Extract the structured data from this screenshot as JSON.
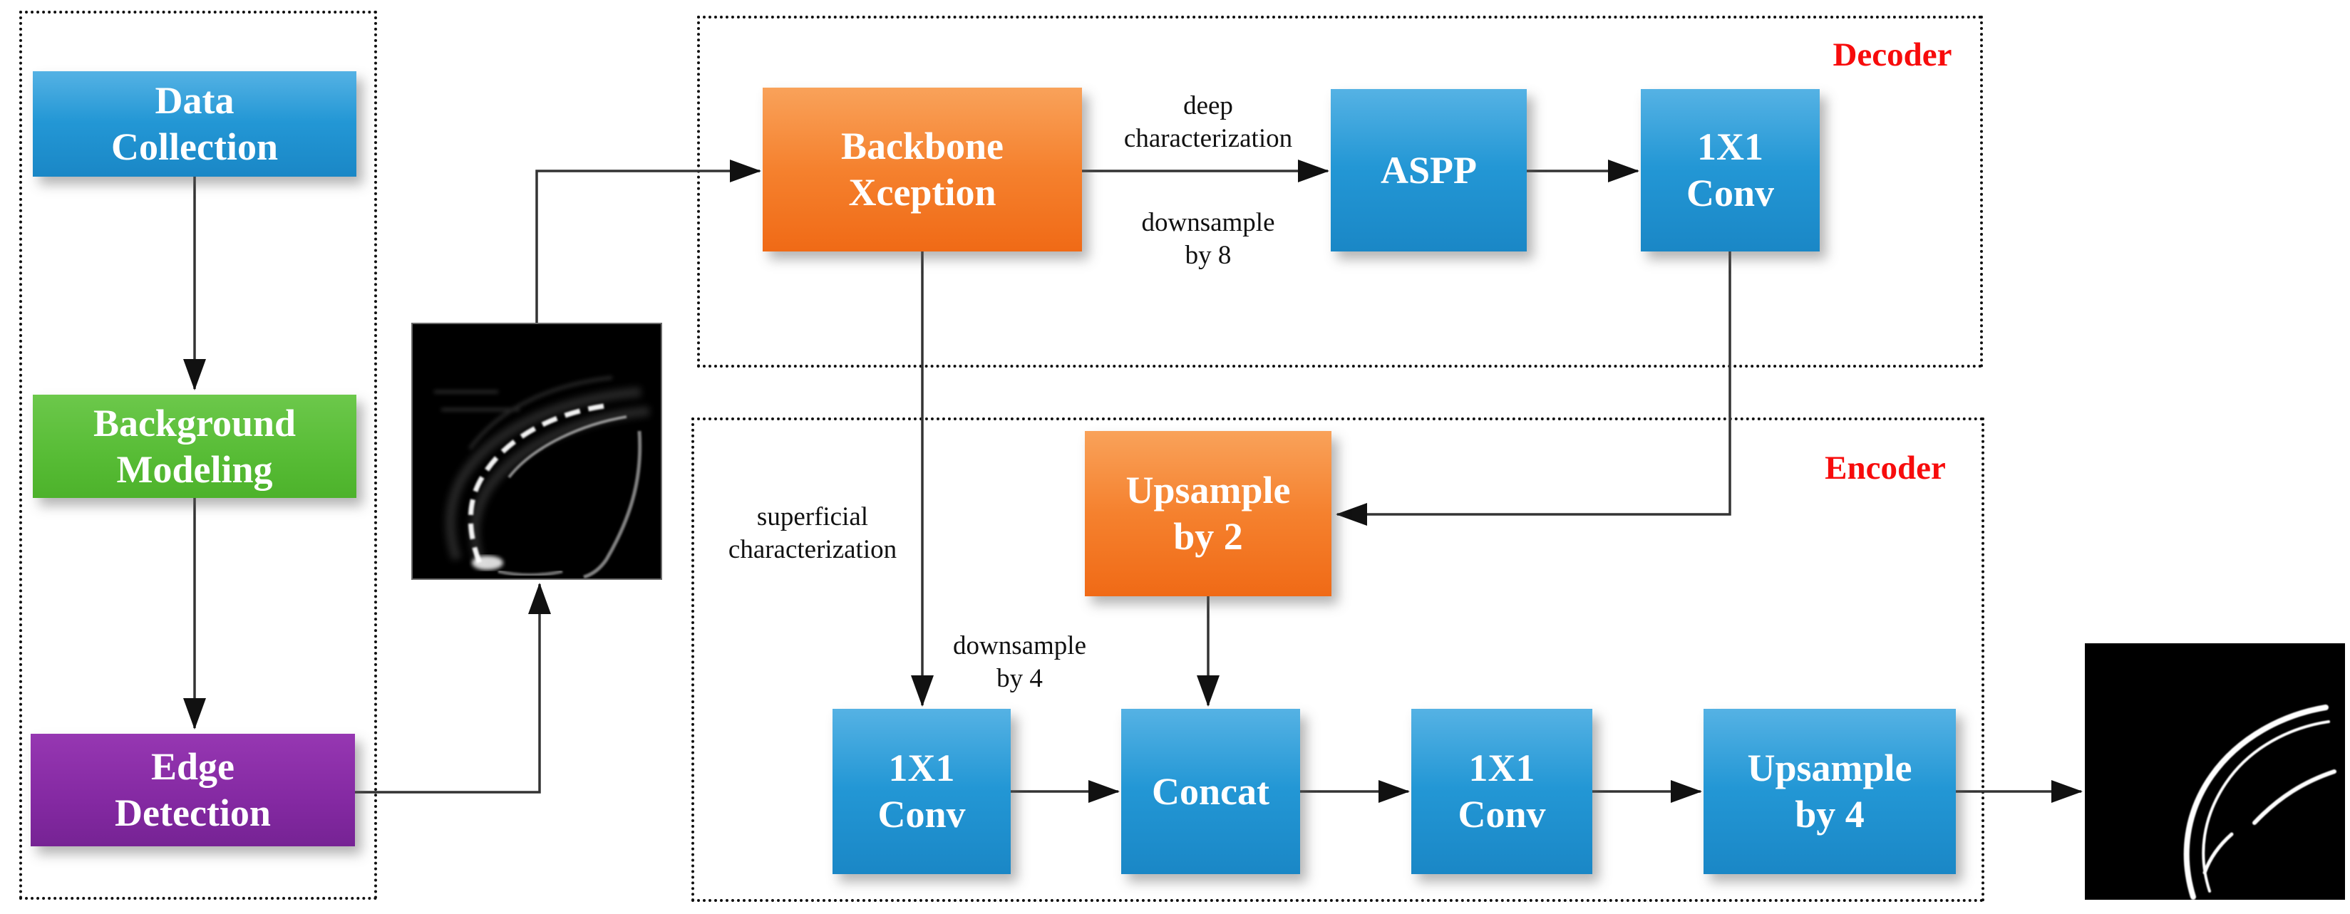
{
  "colors": {
    "box_blue": "#2196d5",
    "box_orange": "#f5812e",
    "box_green": "#57bc35",
    "box_purple": "#8429a2",
    "section_label_red": "#f70c0c",
    "connector_line": "#333333"
  },
  "preprocess_panel": {
    "data_collection": "Data\nCollection",
    "background_modeling": "Background\nModeling",
    "edge_detection": "Edge\nDetection"
  },
  "decoder_section": {
    "title": "Decoder",
    "backbone": "Backbone\nXception",
    "aspp": "ASPP",
    "conv_1x1": "1X1\nConv",
    "label_deep": "deep\ncharacterization",
    "label_downsample_8": "downsample\nby 8"
  },
  "encoder_section": {
    "title": "Encoder",
    "upsample_by_2": "Upsample\nby 2",
    "conv_1x1_skip": "1X1\nConv",
    "concat": "Concat",
    "conv_1x1_fuse": "1X1\nConv",
    "upsample_by_4": "Upsample\nby 4",
    "label_superficial": "superficial\ncharacterization",
    "label_downsample_4": "downsample\nby 4"
  },
  "figures": {
    "input_image": "sonar-intensity-input-image",
    "output_image": "edge-map-output-image"
  }
}
